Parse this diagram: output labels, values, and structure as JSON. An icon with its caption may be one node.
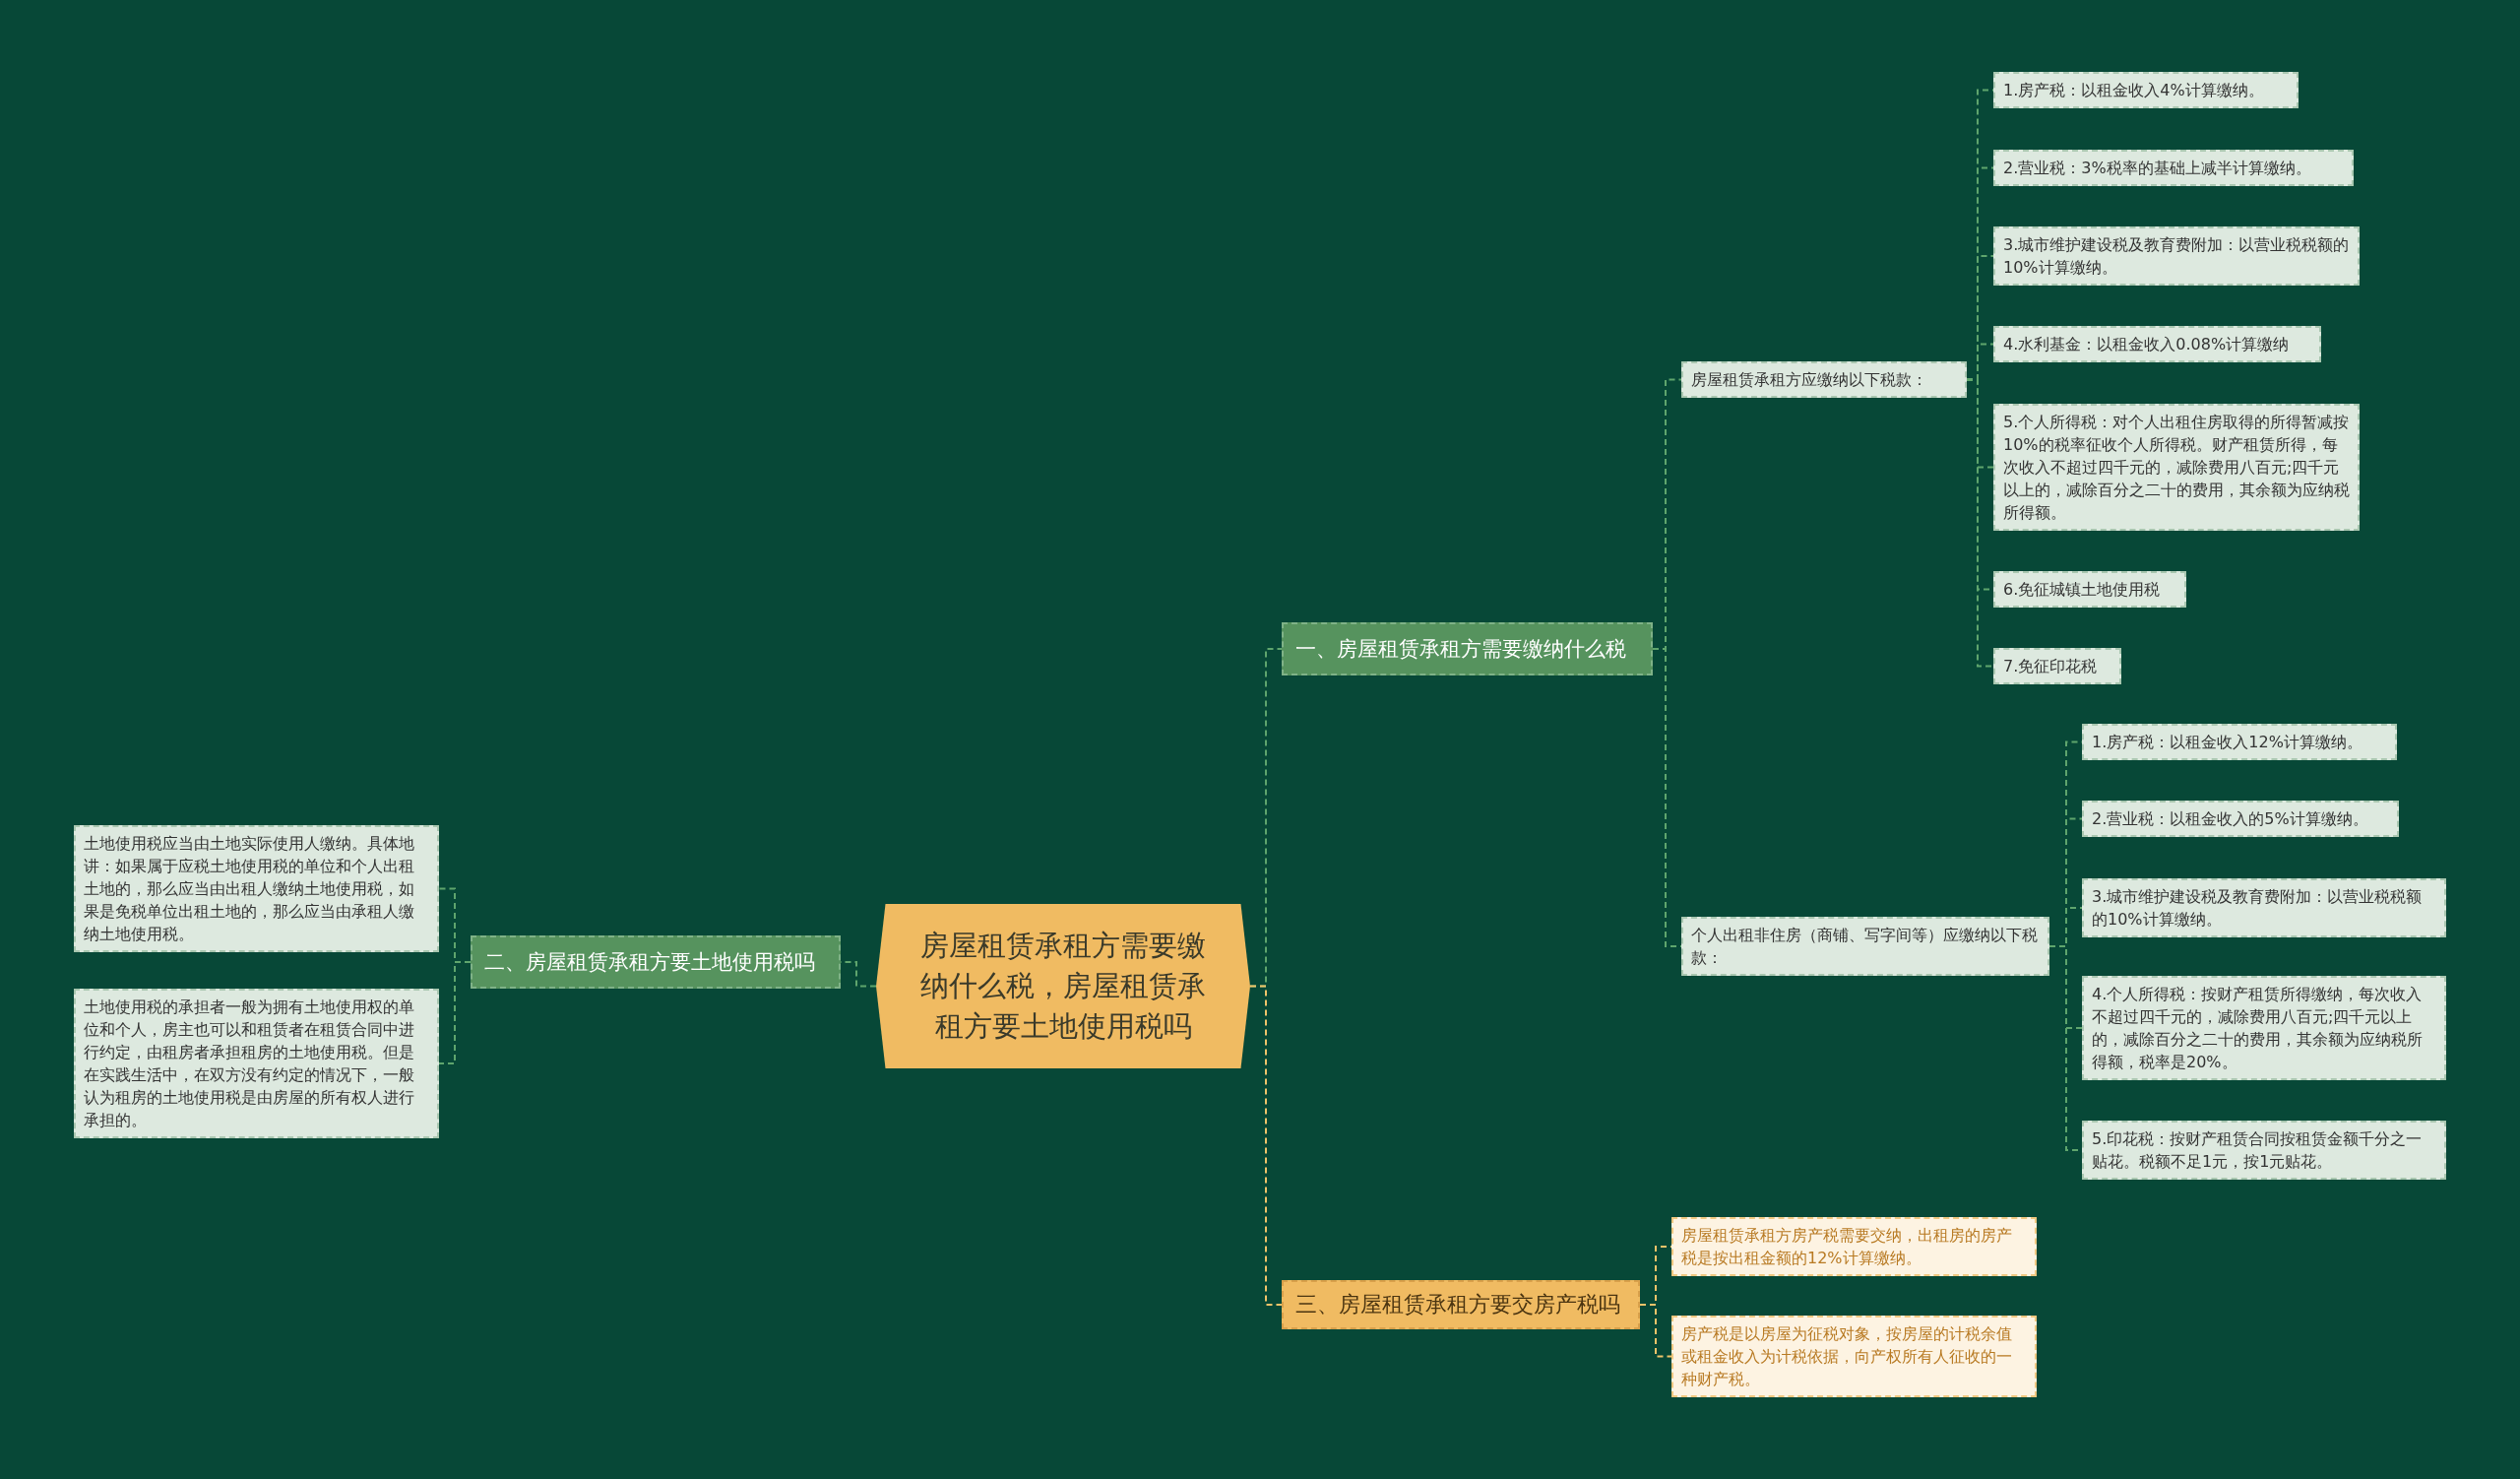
{
  "diagram": {
    "nodes": [
      {
        "text": [
          "房屋租赁承租方需要缴纳什么税，房屋租赁承租方要土地使用税吗"
        ]
      },
      {
        "text": [
          "一、房屋租赁承租方需要缴纳什么税"
        ]
      },
      {
        "text": [
          "房屋租赁承租方应缴纳以下税款："
        ]
      },
      {
        "text": [
          "1.房产税：以租金收入4%计算缴纳。"
        ]
      },
      {
        "text": [
          "2.营业税：3%税率的基础上减半计算缴纳。"
        ]
      },
      {
        "text": [
          "3.城市维护建设税及教育费附加：以营业税税额的10%计算缴纳。"
        ]
      },
      {
        "text": [
          "4.水利基金：以租金收入0.08%计算缴纳"
        ]
      },
      {
        "text": [
          "5.个人所得税：对个人出租住房取得的所得暂减按10%的税率征收个人所得税。财产租赁所得，每次收入不超过四千元的，减除费用八百元;四千元以上的，减除百分之二十的费用，其余额为应纳税所得额。"
        ]
      },
      {
        "text": [
          "6.免征城镇土地使用税"
        ]
      },
      {
        "text": [
          "7.免征印花税"
        ]
      },
      {
        "text": [
          "个人出租非住房（商铺、写字间等）应缴纳以下税款："
        ]
      },
      {
        "text": [
          "1.房产税：以租金收入12%计算缴纳。"
        ]
      },
      {
        "text": [
          "2.营业税：以租金收入的5%计算缴纳。"
        ]
      },
      {
        "text": [
          "3.城市维护建设税及教育费附加：以营业税税额的10%计算缴纳。"
        ]
      },
      {
        "text": [
          "4.个人所得税：按财产租赁所得缴纳，每次收入不超过四千元的，减除费用八百元;四千元以上的，减除百分之二十的费用，其余额为应纳税所得额，税率是20%。"
        ]
      },
      {
        "text": [
          "5.印花税：按财产租赁合同按租赁金额千分之一贴花。税额不足1元，按1元贴花。"
        ]
      },
      {
        "text": [
          "二、房屋租赁承租方要土地使用税吗"
        ]
      },
      {
        "text": [
          "土地使用税应当由土地实际使用人缴纳。具体地讲：如果属于应税土地使用税的单位和个人出租土地的，那么应当由出租人缴纳土地使用税，如果是免税单位出租土地的，那么应当由承租人缴纳土地使用税。"
        ]
      },
      {
        "text": [
          "土地使用税的承担者一般为拥有土地使用权的单位和个人，房主也可以和租赁者在租赁合同中进行约定，由租房者承担租房的土地使用税。但是在实践生活中，在双方没有约定的情况下，一般认为租房的土地使用税是由房屋的所有权人进行承担的。"
        ]
      },
      {
        "text": [
          "三、房屋租赁承租方要交房产税吗"
        ]
      },
      {
        "text": [
          "房屋租赁承租方房产税需要交纳，出租房的房产税是按出租金额的12%计算缴纳。"
        ]
      },
      {
        "text": [
          "房产税是以房屋为征税对象，按房屋的计税余值或租金收入为计税依据，向产权所有人征收的一种财产税。"
        ]
      }
    ],
    "edges": [
      {
        "from": 0,
        "to": 1,
        "arrow": "none"
      },
      {
        "from": 1,
        "to": 2,
        "arrow": "none"
      },
      {
        "from": 2,
        "to": 3,
        "arrow": "none"
      },
      {
        "from": 2,
        "to": 4,
        "arrow": "none"
      },
      {
        "from": 2,
        "to": 5,
        "arrow": "none"
      },
      {
        "from": 2,
        "to": 6,
        "arrow": "none"
      },
      {
        "from": 2,
        "to": 7,
        "arrow": "none"
      },
      {
        "from": 2,
        "to": 8,
        "arrow": "none"
      },
      {
        "from": 2,
        "to": 9,
        "arrow": "none"
      },
      {
        "from": 1,
        "to": 10,
        "arrow": "none"
      },
      {
        "from": 10,
        "to": 11,
        "arrow": "none"
      },
      {
        "from": 10,
        "to": 12,
        "arrow": "none"
      },
      {
        "from": 10,
        "to": 13,
        "arrow": "none"
      },
      {
        "from": 10,
        "to": 14,
        "arrow": "none"
      },
      {
        "from": 10,
        "to": 15,
        "arrow": "none"
      },
      {
        "from": 0,
        "to": 16,
        "arrow": "none"
      },
      {
        "from": 16,
        "to": 17,
        "arrow": "none"
      },
      {
        "from": 16,
        "to": 18,
        "arrow": "none"
      },
      {
        "from": 0,
        "to": 19,
        "arrow": "none",
        "color": "#f0c36a"
      },
      {
        "from": 19,
        "to": 20,
        "arrow": "none",
        "color": "#f0c36a"
      },
      {
        "from": 19,
        "to": 21,
        "arrow": "none",
        "color": "#f0c36a"
      }
    ]
  }
}
